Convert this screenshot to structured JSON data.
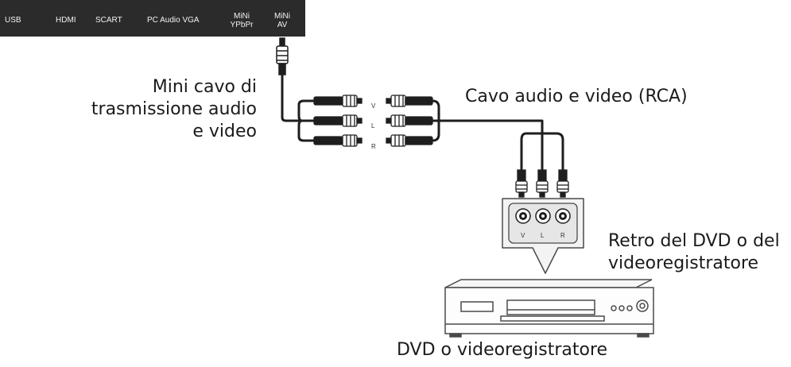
{
  "panel": {
    "ports": {
      "usb": "USB",
      "hdmi": "HDMI",
      "scart": "SCART",
      "pc_audio_vga": "PC Audio VGA",
      "mini_ypbpr": [
        "MiNi",
        "YPbPr"
      ],
      "mini_av": [
        "MiNi",
        "AV"
      ]
    }
  },
  "labels": {
    "mini_cable": [
      "Mini cavo di",
      "trasmissione audio",
      "e video"
    ],
    "rca_cable": "Cavo audio e video (RCA)",
    "device_back": [
      "Retro del DVD o del",
      "videoregistratore"
    ],
    "device": "DVD o videoregistratore"
  },
  "pins": {
    "splitter": [
      "V",
      "L",
      "R"
    ],
    "device_jacks": [
      "V",
      "L",
      "R"
    ]
  },
  "colors": {
    "panel_bg": "#2b2b2b",
    "cable": "#1e1e1e",
    "device_line": "#4a4a4a"
  }
}
